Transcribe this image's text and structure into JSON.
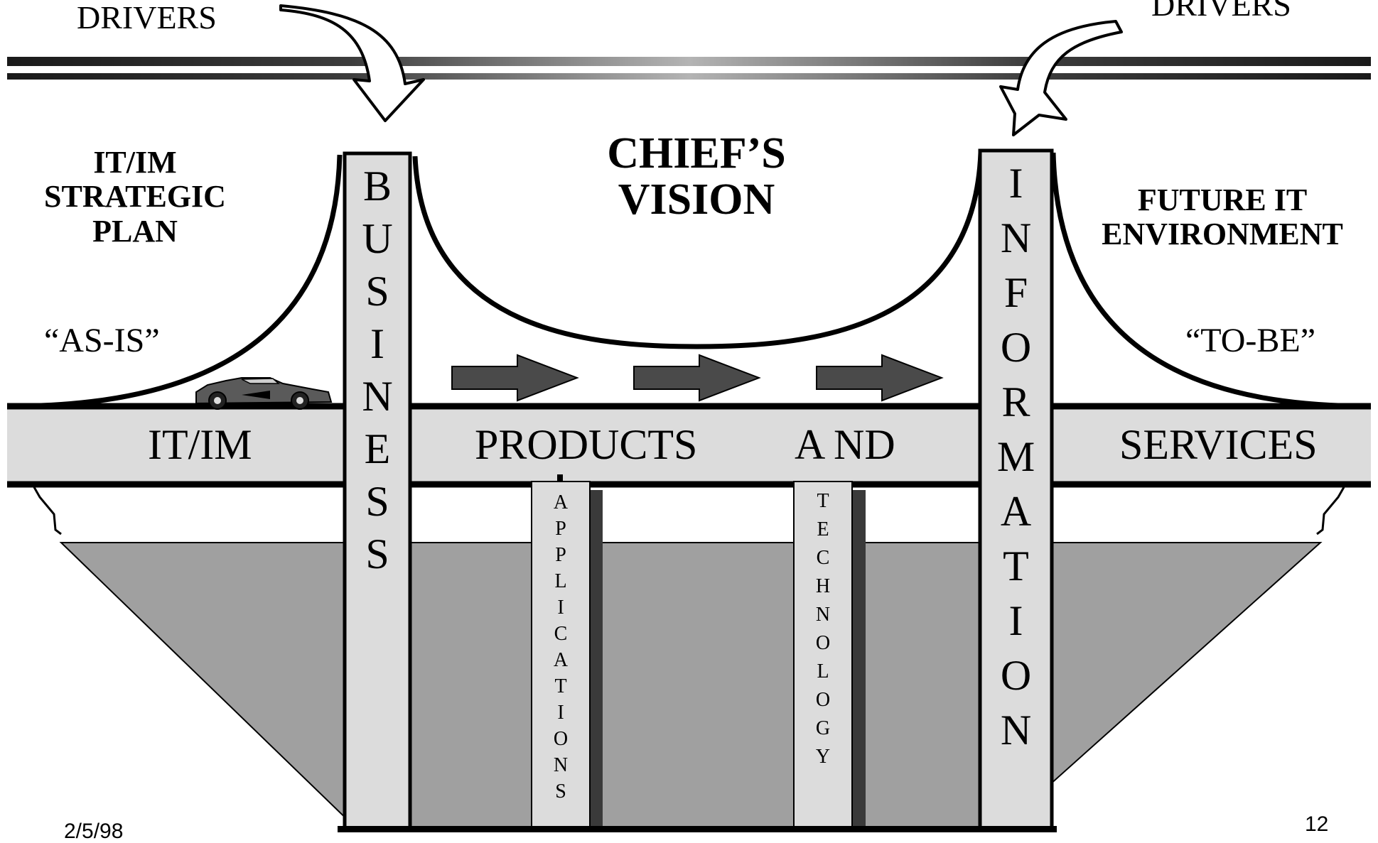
{
  "header": {
    "drivers_left": "DRIVERS",
    "drivers_right": "DRIVERS"
  },
  "left_heading": [
    "IT/IM",
    "STRATEGIC",
    "PLAN"
  ],
  "center_heading": [
    "CHIEF’S",
    "VISION"
  ],
  "right_heading": [
    "FUTURE IT",
    "ENVIRONMENT"
  ],
  "as_is": "“AS-IS”",
  "to_be": "“TO-BE”",
  "deck": {
    "it_im": "IT/IM",
    "products": "PRODUCTS",
    "and": "A ND",
    "services": "SERVICES"
  },
  "towers": {
    "business": [
      "B",
      "U",
      "S",
      "I",
      "N",
      "E",
      "S",
      "S"
    ],
    "information": [
      "I",
      "N",
      "F",
      "O",
      "R",
      "M",
      "A",
      "T",
      "I",
      "O",
      "N"
    ]
  },
  "pillars": {
    "applications": [
      "A",
      "P",
      "P",
      "L",
      "I",
      "C",
      "A",
      "T",
      "I",
      "O",
      "N",
      "S"
    ],
    "technology": [
      "T",
      "E",
      "C",
      "H",
      "N",
      "O",
      "L",
      "O",
      "G",
      "Y"
    ]
  },
  "footer": {
    "date": "2/5/98",
    "page_number": "12"
  },
  "colors": {
    "base_fill": "#a0a0a0",
    "deck_fill": "#dcdcdc",
    "arrow_fill": "#4a4a4a",
    "shadow": "#3a3a3a"
  }
}
